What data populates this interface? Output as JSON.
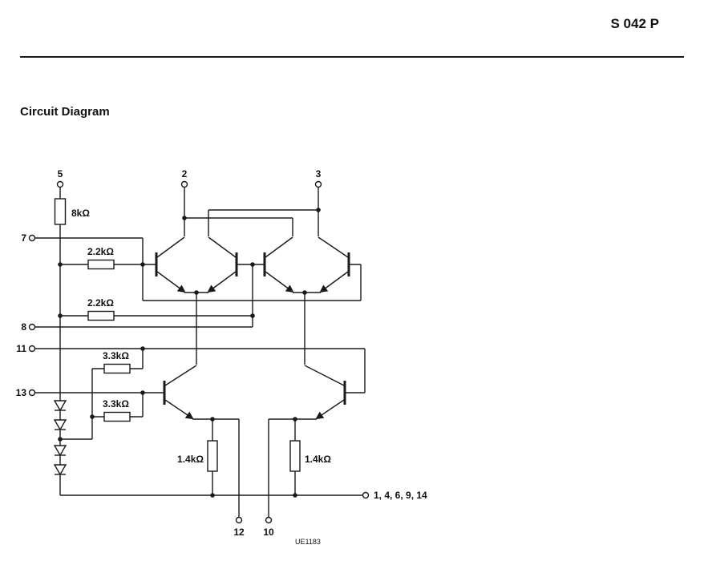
{
  "page": {
    "header_title": "S 042 P",
    "section_title": "Circuit Diagram",
    "figure_code": "UE1183"
  },
  "schematic": {
    "pin_labels": {
      "p5": "5",
      "p2": "2",
      "p3": "3",
      "p7": "7",
      "p8": "8",
      "p11": "11",
      "p13": "13",
      "p12": "12",
      "p10": "10",
      "ground": "1, 4, 6, 9, 14"
    },
    "resistor_labels": {
      "r_8k": "8kΩ",
      "r_22k_a": "2.2kΩ",
      "r_22k_b": "2.2kΩ",
      "r_33k_a": "3.3kΩ",
      "r_33k_b": "3.3kΩ",
      "r_14k_left": "1.4kΩ",
      "r_14k_right": "1.4kΩ"
    },
    "colors": {
      "ink": "#1a1a1a",
      "paper": "#ffffff"
    }
  }
}
